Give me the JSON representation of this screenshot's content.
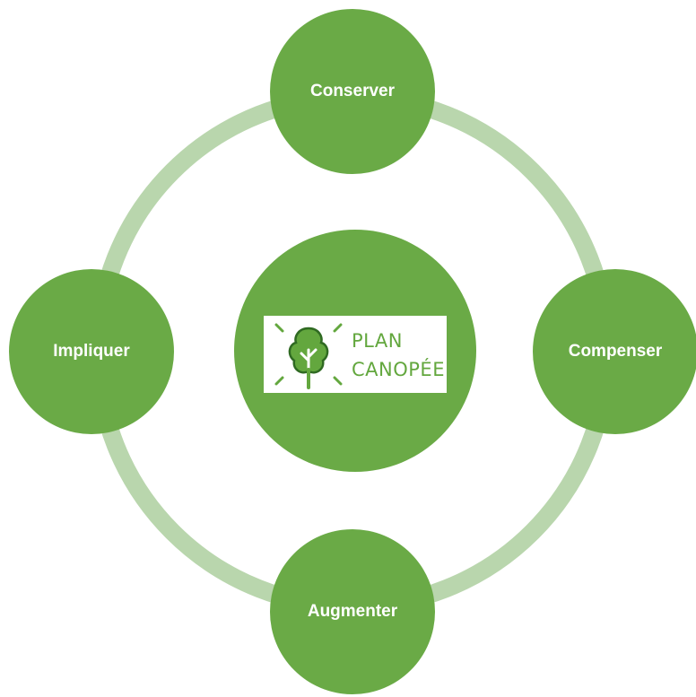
{
  "colors": {
    "node_green": "#6aaa46",
    "ring_green": "#b9d6ad",
    "logo_green": "#63a73e",
    "background": "#ffffff"
  },
  "nodes": {
    "top": "Conserver",
    "right": "Compenser",
    "bottom": "Augmenter",
    "left": "Impliquer"
  },
  "logo": {
    "line1": "PLAN",
    "line2": "CANOPÉE",
    "icon": "tree-icon"
  }
}
